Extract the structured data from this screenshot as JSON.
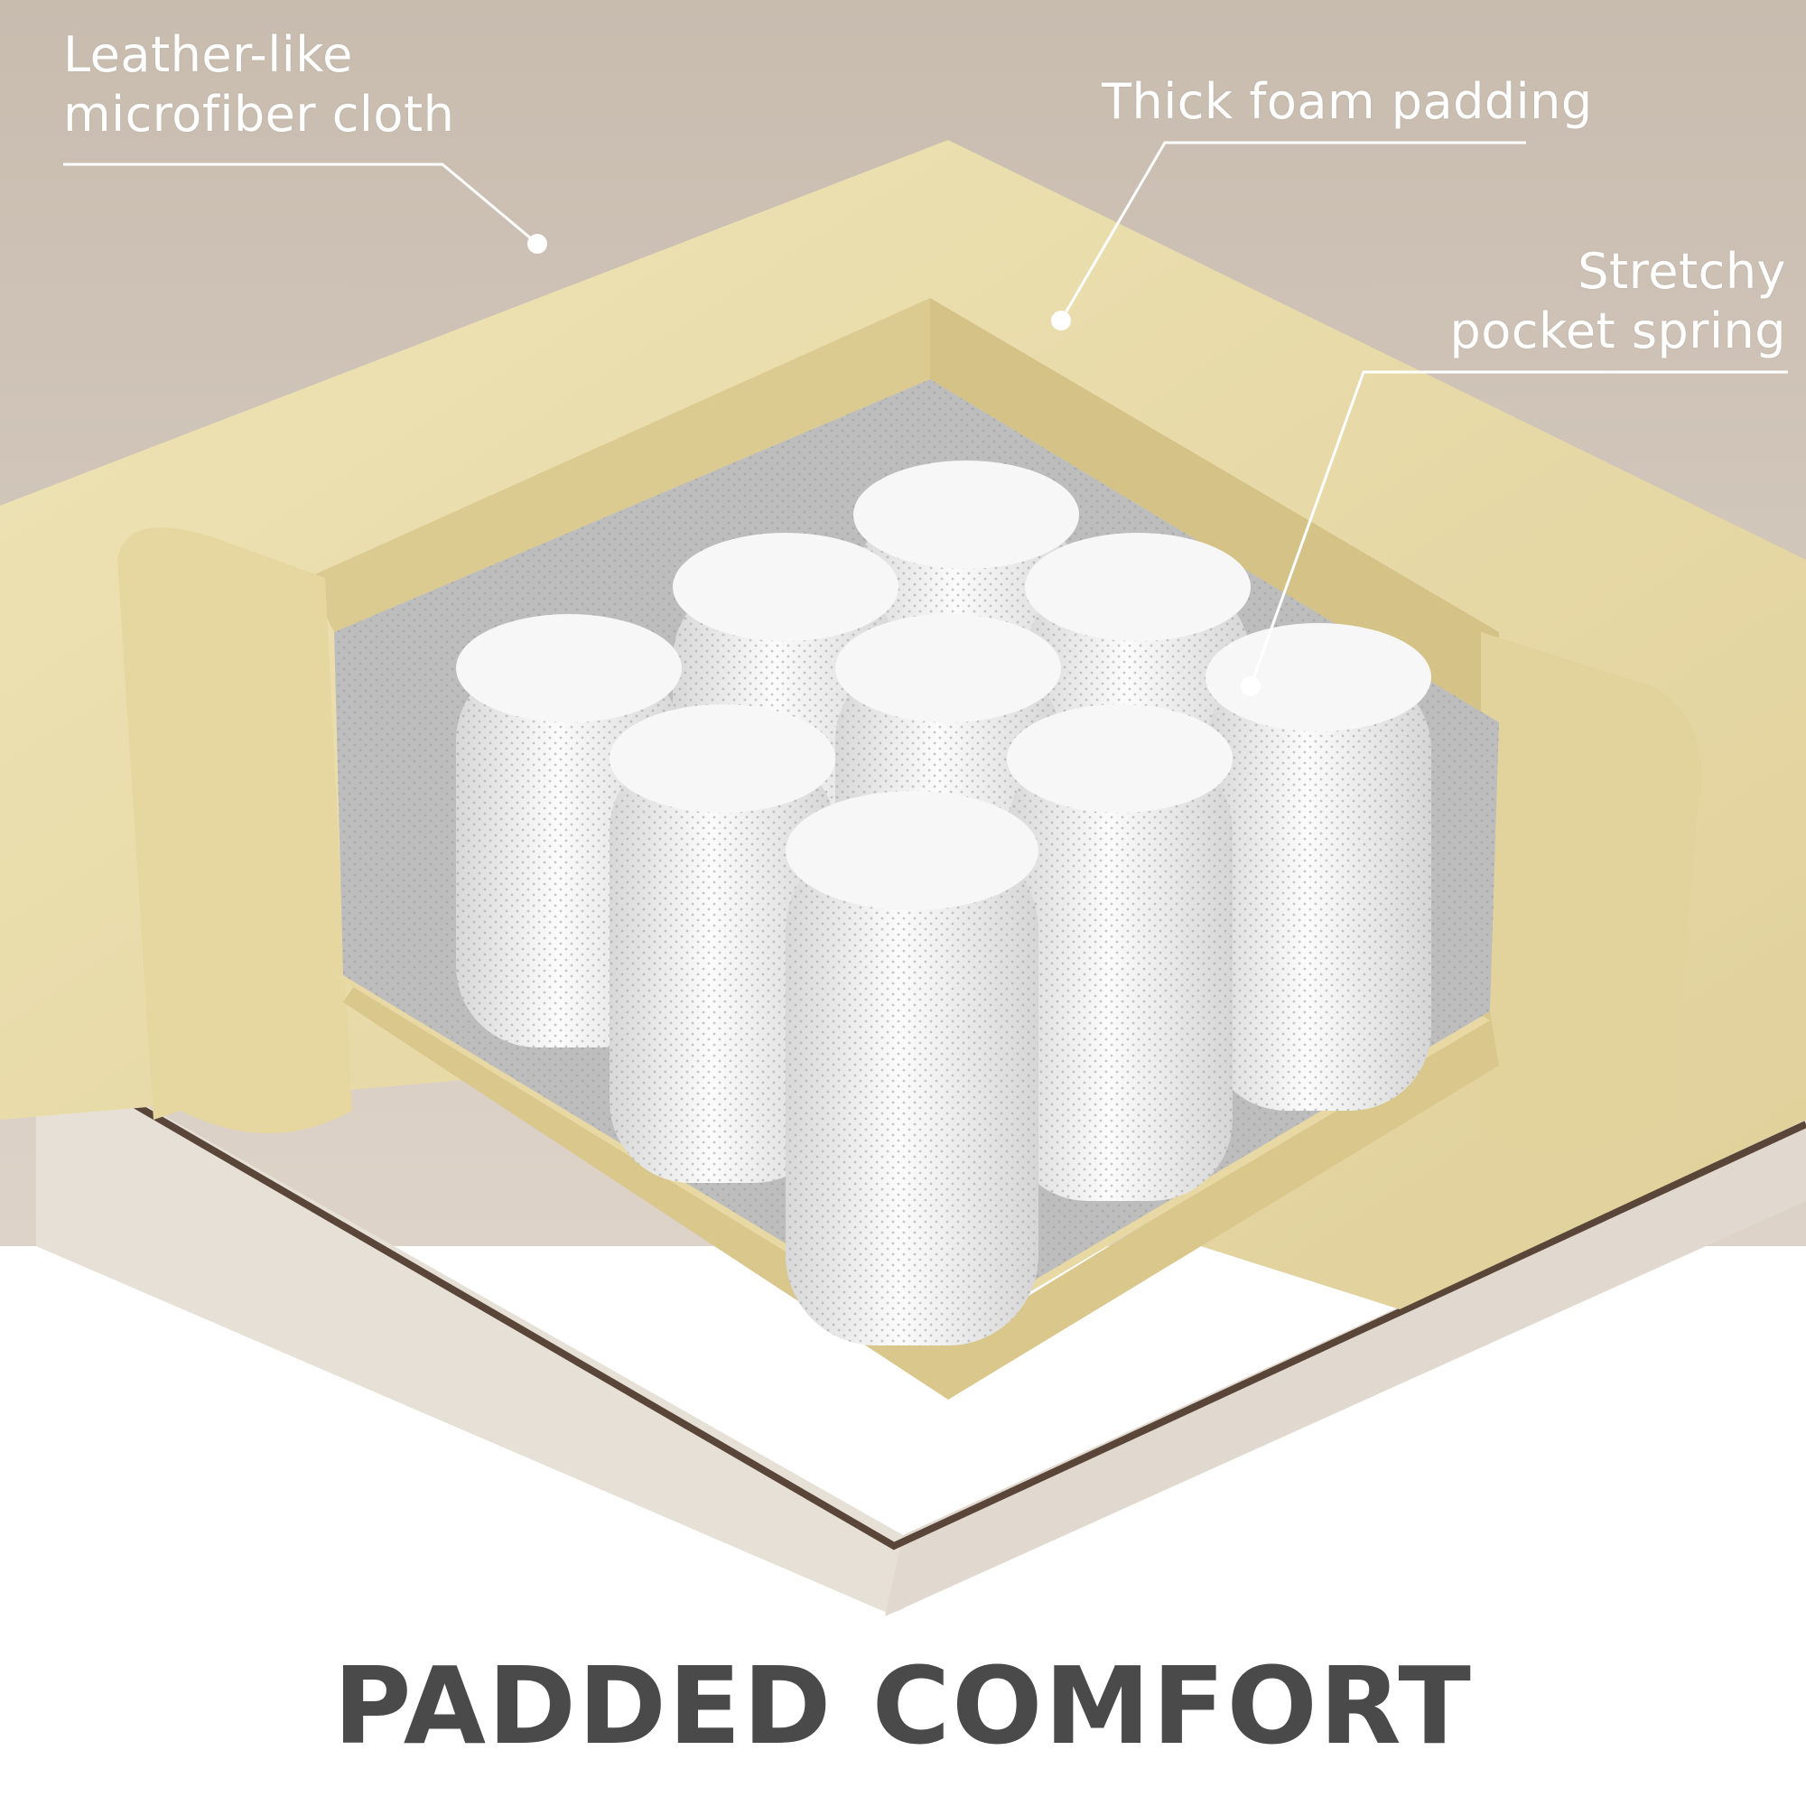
{
  "labels": {
    "cloth_line1": "Leather-like",
    "cloth_line2": "microfiber cloth",
    "foam": "Thick foam padding",
    "spring_line1": "Stretchy",
    "spring_line2": "pocket spring"
  },
  "headline": "PADDED COMFORT",
  "colors": {
    "background_fabric": "#cfc4b8",
    "foam": "#e9dcaa",
    "foam_shadow": "#d9c88f",
    "spring_fabric": "#f1f1f1",
    "base_fabric": "#e4ddd5",
    "base_edge": "#5a4638",
    "headline": "#4a4a4a",
    "callout_text": "#ffffff"
  }
}
